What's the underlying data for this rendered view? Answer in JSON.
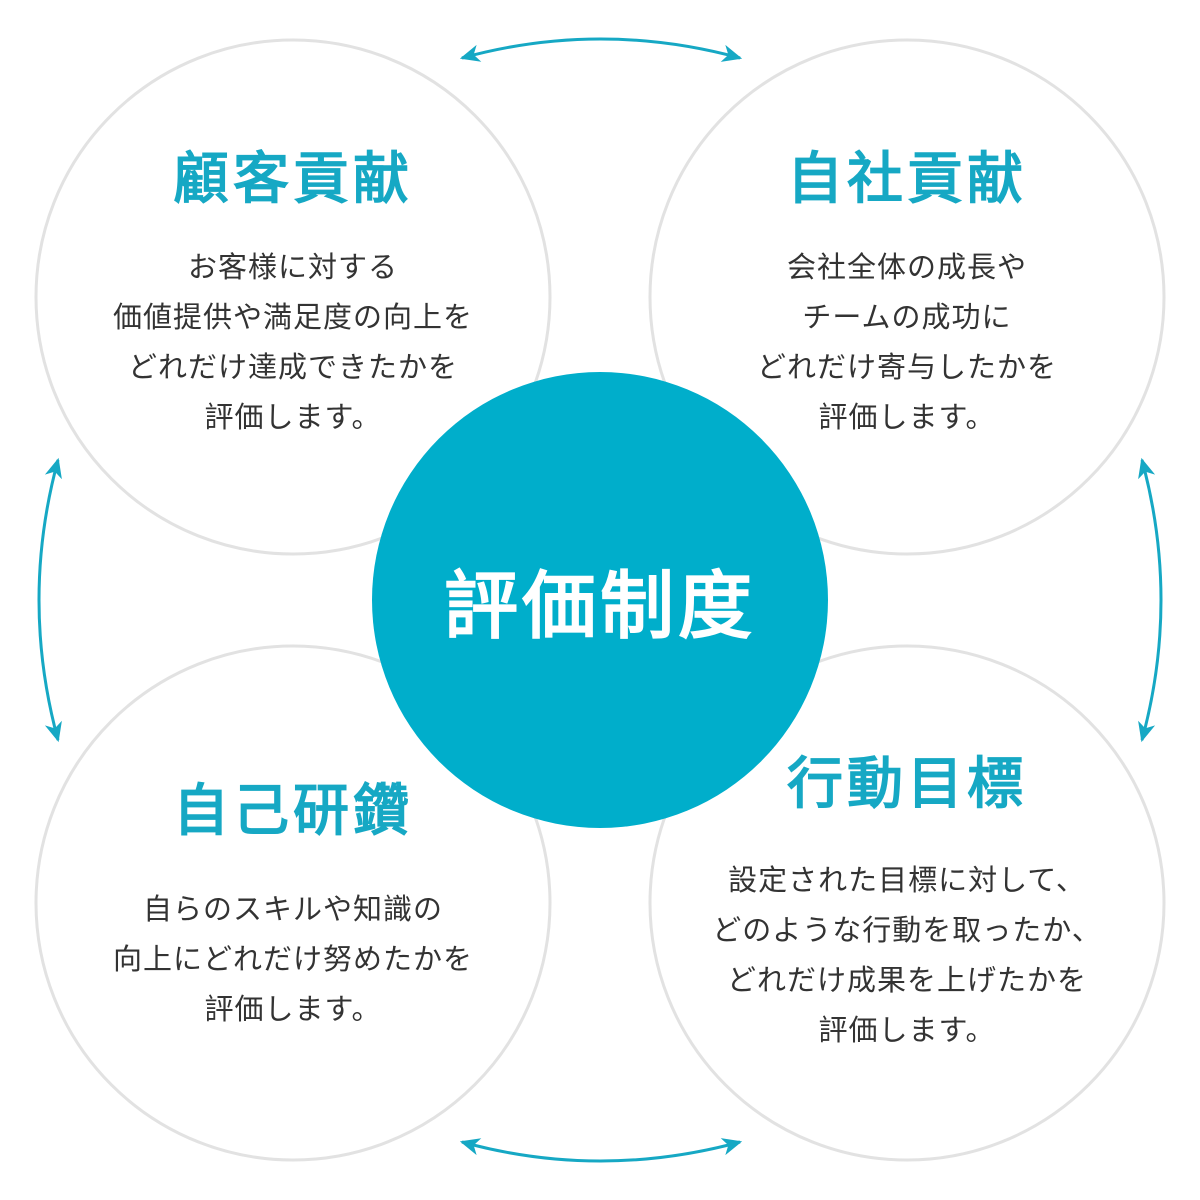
{
  "center": {
    "label": "評価制度",
    "color": "#00AECB"
  },
  "accent_color": "#16a8c4",
  "circles": [
    {
      "title": "顧客貢献",
      "lines": [
        "お客様に対する",
        "価値提供や満足度の向上を",
        "どれだけ達成できたかを",
        "評価します。"
      ]
    },
    {
      "title": "自社貢献",
      "lines": [
        "会社全体の成長や",
        "チームの成功に",
        "どれだけ寄与したかを",
        "評価します。"
      ]
    },
    {
      "title": "自己研鑽",
      "lines": [
        "自らのスキルや知識の",
        "向上にどれだけ努めたかを",
        "評価します。"
      ]
    },
    {
      "title": "行動目標",
      "lines": [
        "設定された目標に対して、",
        "どのような行動を取ったか、",
        "どれだけ成果を上げたかを",
        "評価します。"
      ]
    }
  ]
}
